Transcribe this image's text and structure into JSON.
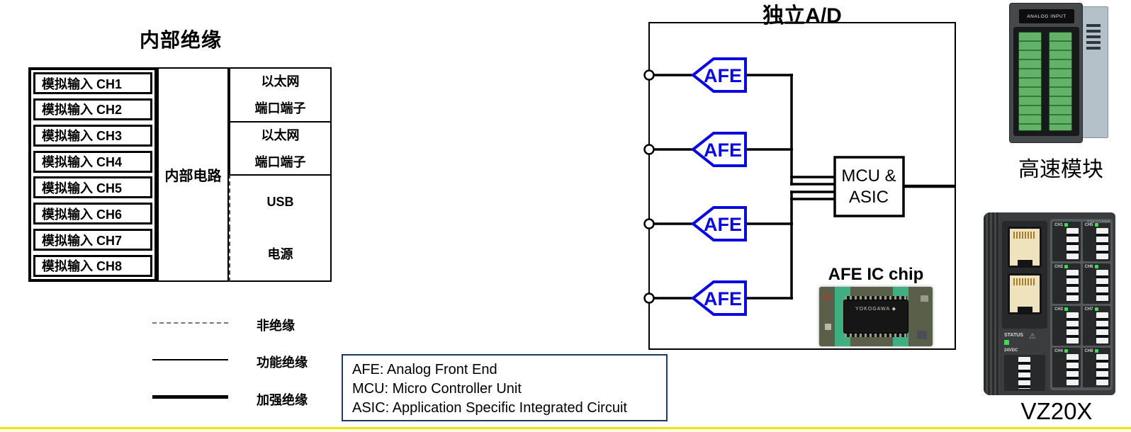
{
  "internal_insulation": {
    "title": "内部绝缘",
    "channels": [
      "模拟输入 CH1",
      "模拟输入 CH2",
      "模拟输入 CH3",
      "模拟输入 CH4",
      "模拟输入 CH5",
      "模拟输入 CH6",
      "模拟输入 CH7",
      "模拟输入 CH8"
    ],
    "internal_circuit_label": "内部电路",
    "interface_cells": [
      {
        "lines": [
          "以太网",
          "端口端子"
        ],
        "border_style": "solid"
      },
      {
        "lines": [
          "以太网",
          "端口端子"
        ],
        "border_style": "solid"
      },
      {
        "lines": [
          "USB"
        ],
        "border_style": "dashed"
      },
      {
        "lines": [
          "电源"
        ],
        "border_style": "dashed"
      }
    ],
    "legend": [
      {
        "label": "非绝缘",
        "line_style": "dashed"
      },
      {
        "label": "功能绝缘",
        "line_style": "thin-solid"
      },
      {
        "label": "加强绝缘",
        "line_style": "thick-solid"
      }
    ]
  },
  "abbreviation_box": {
    "lines": [
      "AFE: Analog Front End",
      "MCU: Micro Controller Unit",
      "ASIC: Application Specific Integrated Circuit"
    ]
  },
  "independent_ad": {
    "title": "独立A/D",
    "afe_blocks": [
      "AFE",
      "AFE",
      "AFE",
      "AFE"
    ],
    "mcu_label_line1": "MCU &",
    "mcu_label_line2": "ASIC",
    "chip_caption": "AFE IC chip",
    "chip_marking": "YOKOGAWA ◆"
  },
  "products": {
    "high_speed_module": {
      "caption": "高速模块",
      "faceplate_label": "ANALOG INPUT"
    },
    "vz20x": {
      "caption": "VZ20X",
      "brand": "YOKOGAWA",
      "status_label": "STATUS",
      "power_label": "24VDC",
      "warning_icon": "⚠",
      "channels": [
        "CH1",
        "CH2",
        "CH3",
        "CH4",
        "CH5",
        "CH6",
        "CH7",
        "CH8"
      ]
    }
  },
  "colors": {
    "afe_blue": "#0a0ae0",
    "abbreviation_border": "#1f3864",
    "highlight_yellow": "#efe40b"
  }
}
